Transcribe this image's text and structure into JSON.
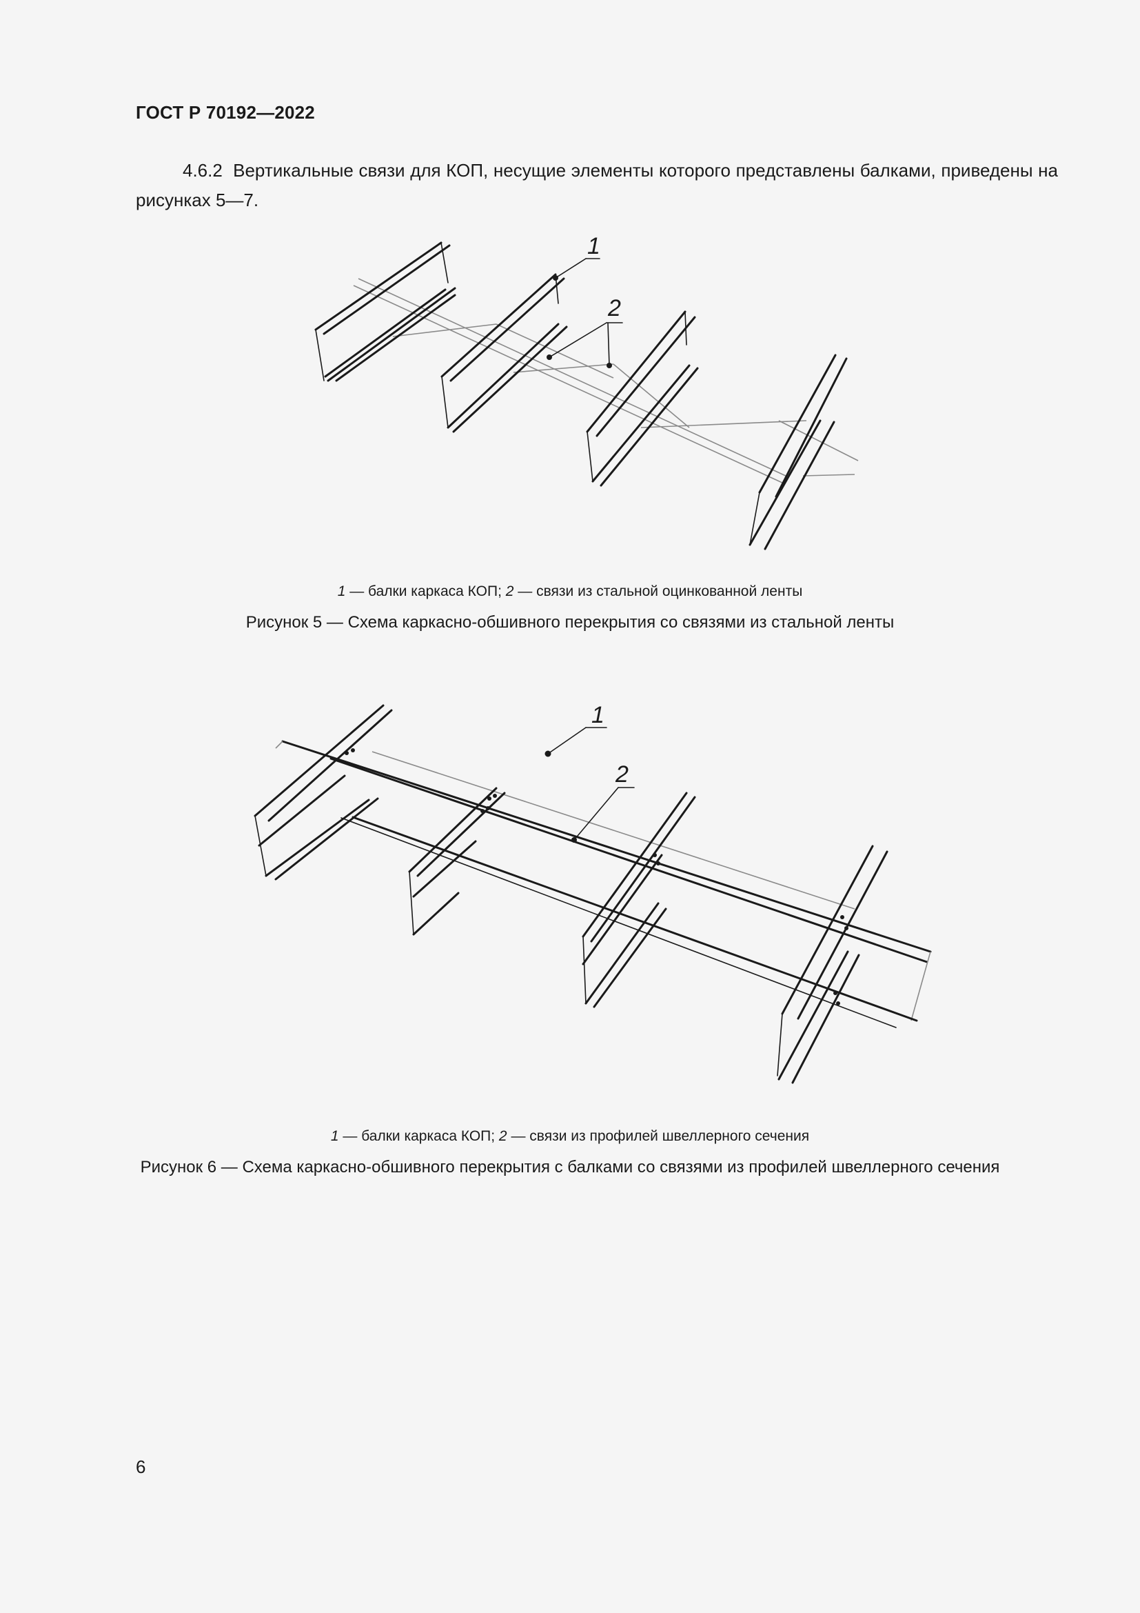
{
  "header": {
    "standard_id": "ГОСТ Р 70192—2022"
  },
  "body": {
    "paragraph_number": "4.6.2",
    "paragraph_text": "Вертикальные связи для КОП, несущие элементы которого представлены балками, приведены на рисунках 5—7."
  },
  "figures": [
    {
      "callouts": [
        "1",
        "2"
      ],
      "legend": {
        "item1_num": "1",
        "item1_text": " — балки каркаса КОП; ",
        "item2_num": "2",
        "item2_text": " — связи из стальной оцинкованной ленты"
      },
      "caption": "Рисунок 5 — Схема каркасно-обшивного перекрытия со связями из стальной ленты"
    },
    {
      "callouts": [
        "1",
        "2"
      ],
      "legend": {
        "item1_num": "1",
        "item1_text": " — балки каркаса КОП; ",
        "item2_num": "2",
        "item2_text": " — связи из профилей швеллерного сечения"
      },
      "caption": "Рисунок 6 — Схема каркасно-обшивного перекрытия с балками со связями из профилей швеллерного сечения"
    }
  ],
  "footer": {
    "page_number": "6"
  }
}
